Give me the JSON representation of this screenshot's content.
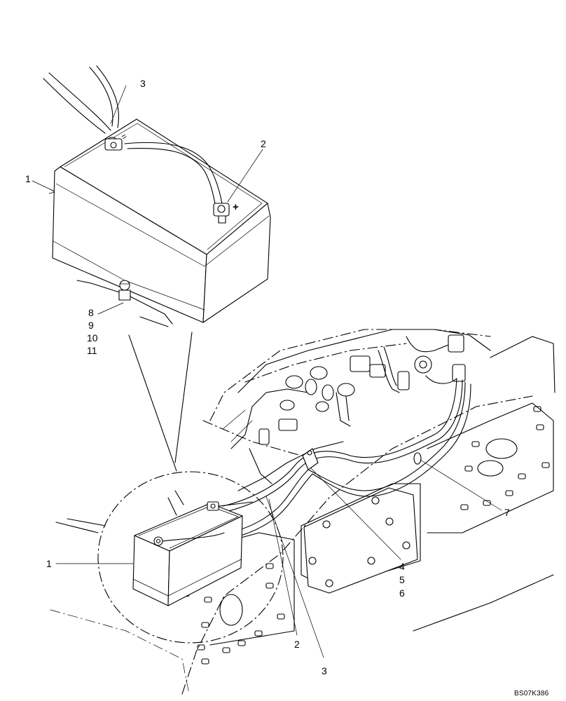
{
  "diagram": {
    "callouts": {
      "detail_battery": "1",
      "detail_positive_terminal": "2",
      "detail_cable": "3",
      "detail_hardware": [
        "8",
        "9",
        "10",
        "11"
      ],
      "main_battery": "1",
      "main_cable_a": "2",
      "main_cable_b": "3",
      "main_clamp": [
        "4",
        "5",
        "6"
      ],
      "main_tie": "7"
    },
    "terminal_symbols": {
      "positive": "+",
      "negative": "="
    },
    "drawing_code": "BS07K386"
  }
}
